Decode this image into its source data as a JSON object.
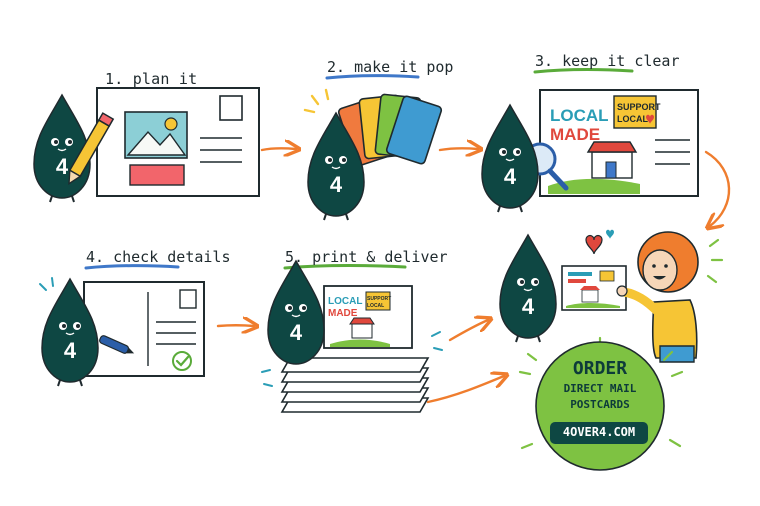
{
  "steps": [
    {
      "label": "1. plan it"
    },
    {
      "label": "2. make it pop"
    },
    {
      "label": "3. keep it clear"
    },
    {
      "label": "4. check details"
    },
    {
      "label": "5. print & deliver"
    }
  ],
  "mascot": {
    "glyph": "4",
    "color": "#0e4743"
  },
  "postcard": {
    "headline_line1": "LOCAL",
    "headline_line2": "MADE",
    "badge_line1": "SUPPORT",
    "badge_line2": "LOCAL"
  },
  "cta": {
    "line1": "ORDER",
    "line2": "DIRECT MAIL",
    "line3": "POSTCARDS",
    "url": "4OVER4.COM"
  },
  "colors": {
    "accent_arrow": "#ef7d2e",
    "cta_green": "#7ec242",
    "underline_1": "#e0483d",
    "underline_2": "#3f78c9",
    "underline_3": "#5aab3a",
    "underline_4": "#3f78c9",
    "underline_5": "#5aab3a"
  }
}
